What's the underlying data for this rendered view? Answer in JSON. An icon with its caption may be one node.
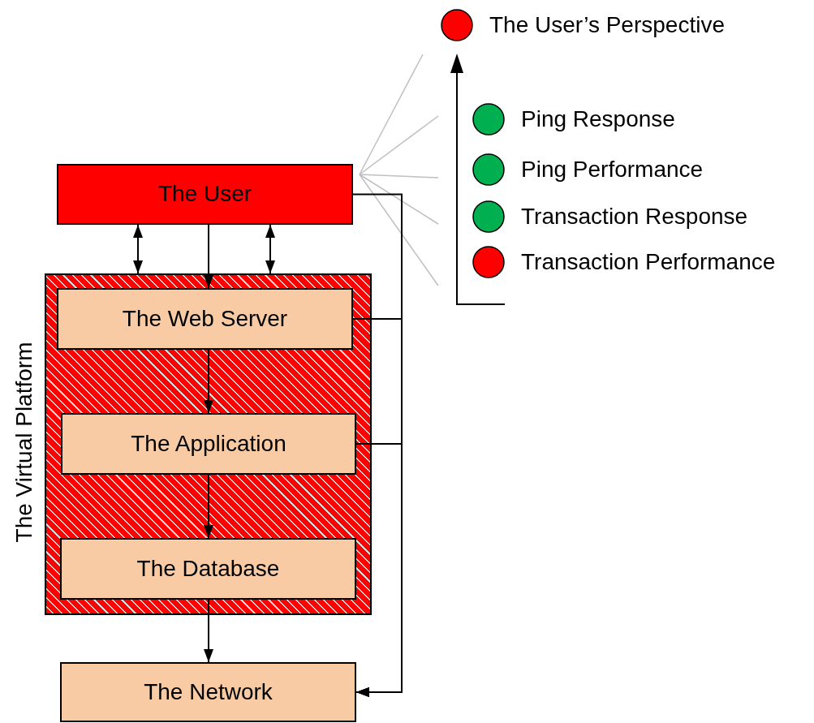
{
  "diagram": {
    "nodes": [
      {
        "text": [
          "The User"
        ]
      },
      {
        "text": [
          "The Virtual Platform"
        ]
      },
      {
        "text": [
          "The Web Server"
        ],
        "in": 1
      },
      {
        "text": [
          "The Application"
        ],
        "in": 1
      },
      {
        "text": [
          "The Database"
        ],
        "in": 1
      },
      {
        "text": [
          "The Network"
        ]
      }
    ],
    "edges": [
      {
        "from": 0,
        "to": 2,
        "arrow": "to"
      },
      {
        "from": 0,
        "to": 1,
        "arrow": "both"
      },
      {
        "from": 0,
        "to": 1,
        "arrow": "both"
      },
      {
        "from": 2,
        "to": 3,
        "arrow": "to"
      },
      {
        "from": 3,
        "to": 4,
        "arrow": "to"
      },
      {
        "from": 4,
        "to": 5,
        "arrow": "to"
      },
      {
        "from": 0,
        "to": 5,
        "arrow": "to"
      },
      {
        "from": 2,
        "to": 5,
        "arrow": "to"
      },
      {
        "from": 3,
        "to": 5,
        "arrow": "to"
      }
    ],
    "legend": [
      {
        "text": "The User’s Perspective",
        "color": "#ff0000"
      },
      {
        "text": "Ping Response",
        "color": "#00b050"
      },
      {
        "text": "Ping Performance",
        "color": "#00b050"
      },
      {
        "text": "Transaction Response",
        "color": "#00b050"
      },
      {
        "text": "Transaction Performance",
        "color": "#ff0000"
      }
    ]
  }
}
